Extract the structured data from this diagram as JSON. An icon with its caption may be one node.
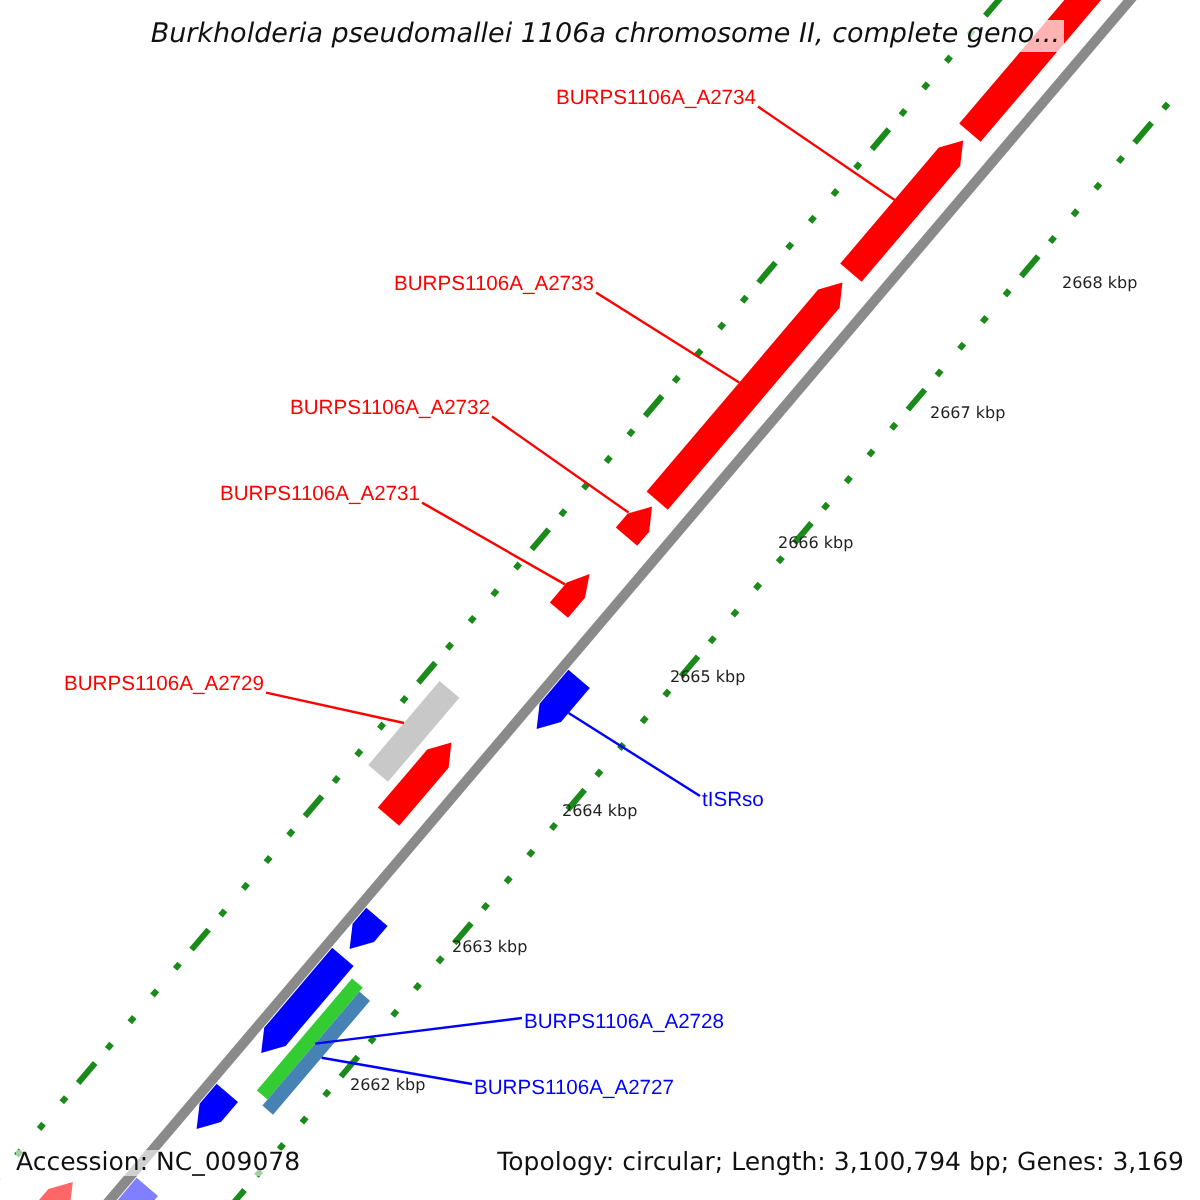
{
  "diagram": {
    "title": "Burkholderia pseudomallei 1106a chromosome II, complete geno...",
    "nodes": [
      {
        "text": [
          "BURPS1106A_A2734"
        ]
      },
      {
        "text": [],
        "shape": "arrow"
      },
      {
        "text": [
          "BURPS1106A_A2733"
        ]
      },
      {
        "text": [],
        "shape": "arrow"
      },
      {
        "text": [
          "BURPS1106A_A2732"
        ]
      },
      {
        "text": [],
        "shape": "arrow"
      },
      {
        "text": [
          "BURPS1106A_A2731"
        ]
      },
      {
        "text": [],
        "shape": "arrow"
      },
      {
        "text": [
          "BURPS1106A_A2729"
        ]
      },
      {
        "text": [],
        "shape": "bar"
      },
      {
        "text": [
          "tISRso"
        ]
      },
      {
        "text": [],
        "shape": "arrow"
      },
      {
        "text": [
          "BURPS1106A_A2728"
        ]
      },
      {
        "text": [],
        "shape": "bar"
      },
      {
        "text": [
          "BURPS1106A_A2727"
        ]
      },
      {
        "text": [],
        "shape": "bar"
      },
      {
        "text": [],
        "shape": "arrow"
      },
      {
        "text": [],
        "shape": "arrow"
      },
      {
        "text": [],
        "shape": "arrow"
      },
      {
        "text": [],
        "shape": "arrow"
      },
      {
        "text": [],
        "shape": "arrow"
      },
      {
        "text": [],
        "shape": "arrow"
      },
      {
        "text": [],
        "shape": "arrow"
      }
    ],
    "edges": [
      {
        "from": 0,
        "to": 1,
        "arrow": "none"
      },
      {
        "from": 2,
        "to": 3,
        "arrow": "none"
      },
      {
        "from": 4,
        "to": 5,
        "arrow": "none"
      },
      {
        "from": 6,
        "to": 7,
        "arrow": "none"
      },
      {
        "from": 8,
        "to": 9,
        "arrow": "none"
      },
      {
        "from": 10,
        "to": 11,
        "arrow": "none",
        "color": "#0000ff"
      },
      {
        "from": 12,
        "to": 13,
        "arrow": "none",
        "color": "#0000ff"
      },
      {
        "from": 14,
        "to": 15,
        "arrow": "none",
        "color": "#0000ff"
      }
    ],
    "labels": [
      "2668 kbp",
      "2667 kbp",
      "2666 kbp",
      "2665 kbp",
      "2664 kbp",
      "2663 kbp",
      "2662 kbp",
      "Accession: NC_009078",
      "Topology: circular; Length: 3,100,794 bp; Genes: 3,169"
    ]
  }
}
